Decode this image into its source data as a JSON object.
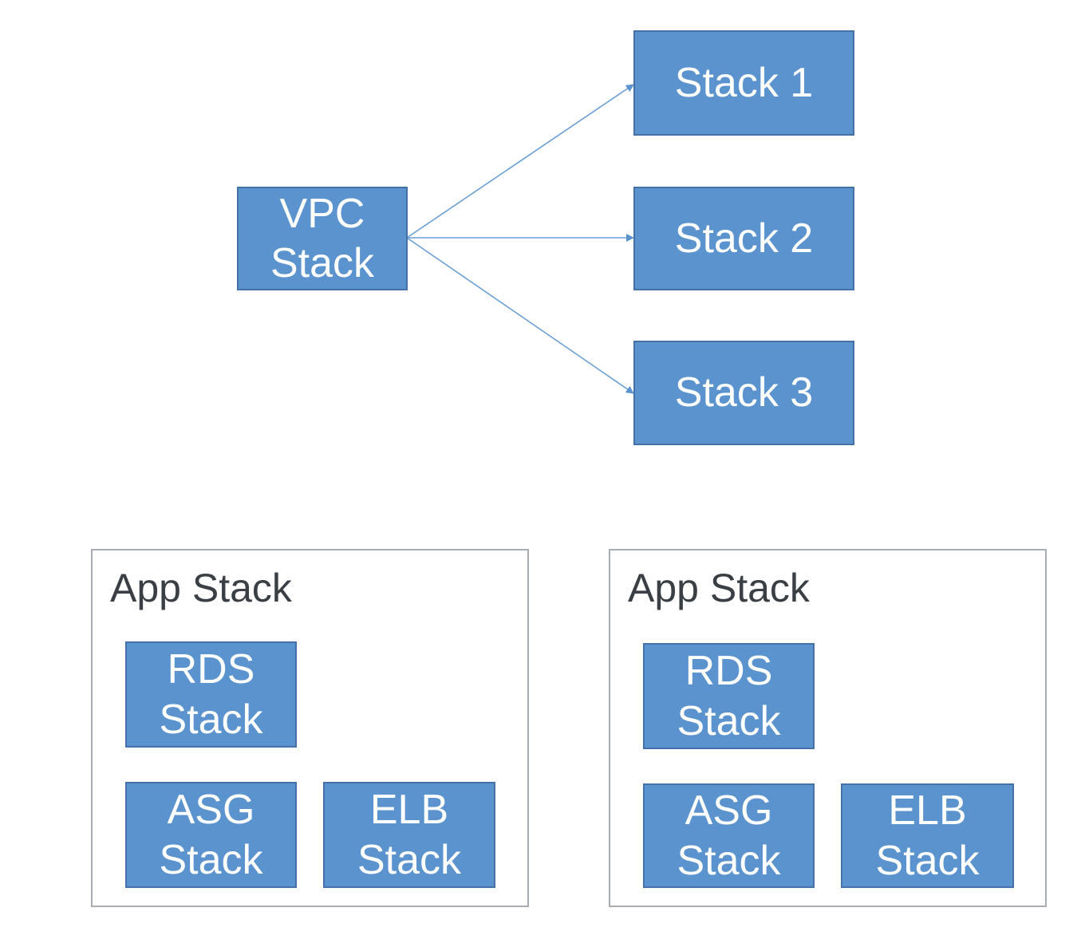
{
  "top": {
    "vpc": {
      "line1": "VPC",
      "line2": "Stack"
    },
    "stacks": [
      {
        "label": "Stack 1"
      },
      {
        "label": "Stack 2"
      },
      {
        "label": "Stack 3"
      }
    ]
  },
  "groups": [
    {
      "title": "App Stack",
      "rds": {
        "line1": "RDS",
        "line2": "Stack"
      },
      "asg": {
        "line1": "ASG",
        "line2": "Stack"
      },
      "elb": {
        "line1": "ELB",
        "line2": "Stack"
      }
    },
    {
      "title": "App Stack",
      "rds": {
        "line1": "RDS",
        "line2": "Stack"
      },
      "asg": {
        "line1": "ASG",
        "line2": "Stack"
      },
      "elb": {
        "line1": "ELB",
        "line2": "Stack"
      }
    }
  ],
  "colors": {
    "box_fill": "#5b93cf",
    "box_border": "#4472a8",
    "arrow": "#6a9fd4",
    "group_border": "#a8adb3"
  }
}
